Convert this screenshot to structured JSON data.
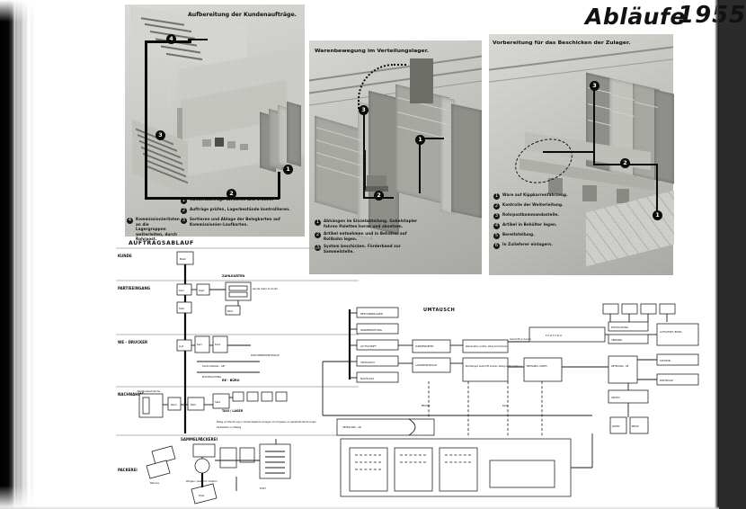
{
  "header": {
    "title": "Abläufe",
    "year": "1955"
  },
  "plates": [
    {
      "id": "plate-auftraege",
      "caption": "Aufbereitung der Kundenaufträge.",
      "markers": [
        "1",
        "2",
        "3",
        "4"
      ],
      "legend": [
        {
          "num": "1",
          "text": "Kundenaufträge sortieren und ordnen."
        },
        {
          "num": "2",
          "text": "Aufträge prüfen, Lagerbestände kontrollieren."
        },
        {
          "num": "3",
          "text": "Sortieren und Ablage der Belegkarten auf Kommissionier-Laufkarten."
        },
        {
          "num": "4",
          "text": "Kommissionierlisten an die Lagergruppen weiterleiten, durch Rohrpost."
        }
      ]
    },
    {
      "id": "plate-warenbewegung",
      "caption": "Warenbewegung im Verteilungslager.",
      "markers": [
        "1",
        "2",
        "3"
      ],
      "legend": [
        {
          "num": "1",
          "text": "Abhängen im Einzelabteilung. Gabelstapler fahren Paletten heran und absetzen."
        },
        {
          "num": "2",
          "text": "Artikel entnehmen und in Behälter auf Rollbahn legen."
        },
        {
          "num": "3",
          "text": "System beschicken. Förderband zur Sammelstelle."
        }
      ]
    },
    {
      "id": "plate-vorbereitung",
      "caption": "Vorbereitung für das Beschicken der Zulager.",
      "markers": [
        "1",
        "2",
        "3"
      ],
      "legend": [
        {
          "num": "1",
          "text": "Ware auf Kippkarrenfahrzeug."
        },
        {
          "num": "2",
          "text": "Kontrolle der Weiterleitung."
        },
        {
          "num": "3",
          "text": "Rohrpostkommandostelle."
        },
        {
          "num": "4",
          "text": "Artikel in Behälter legen."
        },
        {
          "num": "5",
          "text": "Bereitstellung."
        },
        {
          "num": "6",
          "text": "In Zulieferer einlagern."
        }
      ]
    }
  ],
  "auftragsablauf": {
    "title": "AUFTRAGSABLAUF",
    "lanes": [
      "KUNDE",
      "PARTIEEINGANG",
      "WE - DRUCKER",
      "NACHNAHME",
      "PACKEREI"
    ],
    "section_labels": [
      "ZAHLKARTEN",
      "RE - BÜRO",
      "TAXI / LAGER",
      "SAMMELPÄCKEREI"
    ],
    "nodes": [
      "Best",
      "Kart",
      "Kopf",
      "Stat",
      "Best",
      "Lief",
      "Kart",
      "Kont",
      "Rech",
      "Fakt",
      "Satz",
      "Kart",
      "Post",
      "Rech",
      "Kont",
      "Schein",
      "Bele",
      "Vers",
      "Kart",
      "Lade",
      "Karte",
      "Frei",
      "Paket"
    ],
    "annotations": [
      "Sende mehr an Konto",
      "Karteikarte und Beleg",
      "FAKTURIERKONTROLLE",
      "Kontrollstelle - AB",
      "BUCHHALTUNG",
      "Beleg und Rechnung in Versandpapiere einlegen, Durchgaben an gelieferte Rechnungen",
      "Bestandsaufnahme",
      "Retoure",
      "Wiegen / Gewicht / Gebühr",
      "POST"
    ]
  },
  "umtausch": {
    "title": "UMTAUSCH",
    "nodes": [
      "RETOURENLAGER",
      "WARENPRÜFUNG",
      "GUTSCHRIFT",
      "UMTAUSCH",
      "NACHLASS",
      "KUNDENDIENST",
      "LAGERKONTROLLE",
      "BESTANDS- KARTEI",
      "FAKTURA",
      "BUCHHALTUNG",
      "VERSAND",
      "ABTEILUNG - AB",
      "GUTSCHRIFT- BELEG",
      "STATISTIK",
      "KONTROLLE",
      "ARCHIV",
      "KARTEI",
      "BELEG",
      "PRÜFBERICHT",
      "ANWEISUNG",
      "AUFTRAG",
      "SAMMEL- KARTE"
    ],
    "annotations": [
      "Gutschrift an Kunden",
      "Rücksendung",
      "Reklamation prüfen, Ware kontrollieren",
      "Bei Mängeln Gutschrift erteilen, Beleg an Buchhaltung",
      "ABTEILUNG - AB",
      "BELEGE",
      "Karte"
    ]
  },
  "colors": {
    "ink": "#111111",
    "paper": "#ffffff",
    "plate_base": "#c9c9c6",
    "gutter": "#000000"
  }
}
